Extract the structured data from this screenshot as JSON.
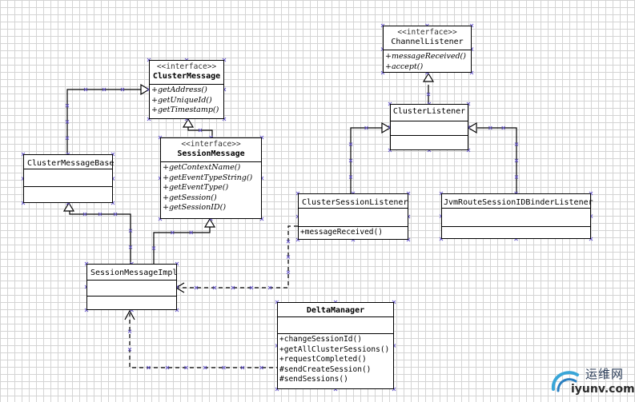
{
  "classes": {
    "channel_listener": {
      "stereotype": "<<interface>>",
      "name": "ChannelListener",
      "operations": [
        "+messageReceived()",
        "+accept()"
      ]
    },
    "cluster_message": {
      "stereotype": "<<interface>>",
      "name": "ClusterMessage",
      "operations": [
        "+getAddress()",
        "+getUniqueId()",
        "+getTimestamp()"
      ]
    },
    "cluster_listener": {
      "name": "ClusterListener"
    },
    "session_message": {
      "stereotype": "<<interface>>",
      "name": "SessionMessage",
      "operations": [
        "+getContextName()",
        "+getEventTypeString()",
        "+getEventType()",
        "+getSession()",
        "+getSessionID()"
      ]
    },
    "cluster_message_base": {
      "name": "ClusterMessageBase"
    },
    "cluster_session_listener": {
      "name": "ClusterSessionListener",
      "operations": [
        "+messageReceived()"
      ]
    },
    "jvm_route_listener": {
      "name": "JvmRouteSessionIDBinderListener"
    },
    "session_message_impl": {
      "name": "SessionMessageImpl"
    },
    "delta_manager": {
      "name": "DeltaManager",
      "operations": [
        "+changeSessionId()",
        "+getAllClusterSessions()",
        "+requestCompleted()",
        "#sendCreateSession()",
        "#sendSessions()"
      ]
    }
  },
  "watermark": {
    "cn": "运维网",
    "en": "iyunv.com"
  }
}
